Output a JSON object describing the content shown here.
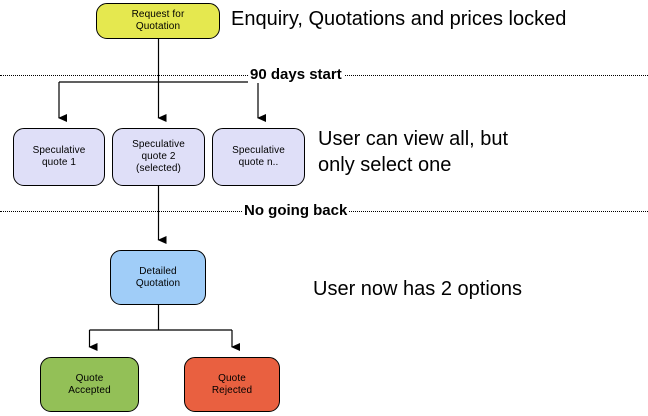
{
  "diagram": {
    "title_note": "Enquiry, Quotations and prices locked",
    "nodes": {
      "rfq": "Request for\nQuotation",
      "spec1": "Speculative\nquote 1",
      "spec2": "Speculative\nquote 2\n(selected)",
      "specn": "Speculative\nquote n..",
      "detailed": "Detailed\nQuotation",
      "accepted": "Quote\nAccepted",
      "rejected": "Quote\nRejected"
    },
    "notes": {
      "phase1": "Enquiry, Quotations and prices locked",
      "phase2": "User can view all, but\nonly select one",
      "phase3": "User now has 2 options"
    },
    "dividers": [
      {
        "label": "90 days start"
      },
      {
        "label": "No going back"
      }
    ],
    "colors": {
      "rfq": "#e5e84f",
      "speculative": "#dfdff8",
      "detailed": "#a0cdf8",
      "accepted": "#93c057",
      "rejected": "#e96040",
      "stroke": "#000000",
      "background": "#ffffff"
    }
  }
}
